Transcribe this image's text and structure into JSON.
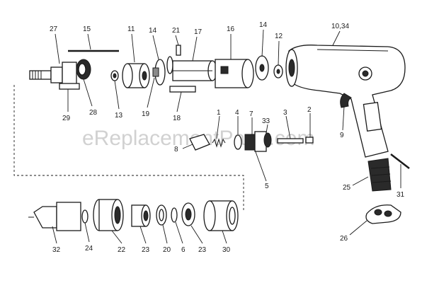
{
  "watermark": "eReplacementParts.com",
  "labels": [
    {
      "id": "p27",
      "text": "27"
    },
    {
      "id": "p15",
      "text": "15"
    },
    {
      "id": "p11",
      "text": "11"
    },
    {
      "id": "p14a",
      "text": "14"
    },
    {
      "id": "p21",
      "text": "21"
    },
    {
      "id": "p17",
      "text": "17"
    },
    {
      "id": "p16",
      "text": "16"
    },
    {
      "id": "p14b",
      "text": "14"
    },
    {
      "id": "p12",
      "text": "12"
    },
    {
      "id": "p1034",
      "text": "10,34"
    },
    {
      "id": "p29",
      "text": "29"
    },
    {
      "id": "p28",
      "text": "28"
    },
    {
      "id": "p13",
      "text": "13"
    },
    {
      "id": "p19",
      "text": "19"
    },
    {
      "id": "p18",
      "text": "18"
    },
    {
      "id": "p1",
      "text": "1"
    },
    {
      "id": "p4",
      "text": "4"
    },
    {
      "id": "p7",
      "text": "7"
    },
    {
      "id": "p33",
      "text": "33"
    },
    {
      "id": "p3",
      "text": "3"
    },
    {
      "id": "p2",
      "text": "2"
    },
    {
      "id": "p9",
      "text": "9"
    },
    {
      "id": "p8",
      "text": "8"
    },
    {
      "id": "p5",
      "text": "5"
    },
    {
      "id": "p25",
      "text": "25"
    },
    {
      "id": "p31",
      "text": "31"
    },
    {
      "id": "p26",
      "text": "26"
    },
    {
      "id": "p32",
      "text": "32"
    },
    {
      "id": "p24",
      "text": "24"
    },
    {
      "id": "p22",
      "text": "22"
    },
    {
      "id": "p23a",
      "text": "23"
    },
    {
      "id": "p20",
      "text": "20"
    },
    {
      "id": "p6",
      "text": "6"
    },
    {
      "id": "p23b",
      "text": "23"
    },
    {
      "id": "p30",
      "text": "30"
    }
  ]
}
